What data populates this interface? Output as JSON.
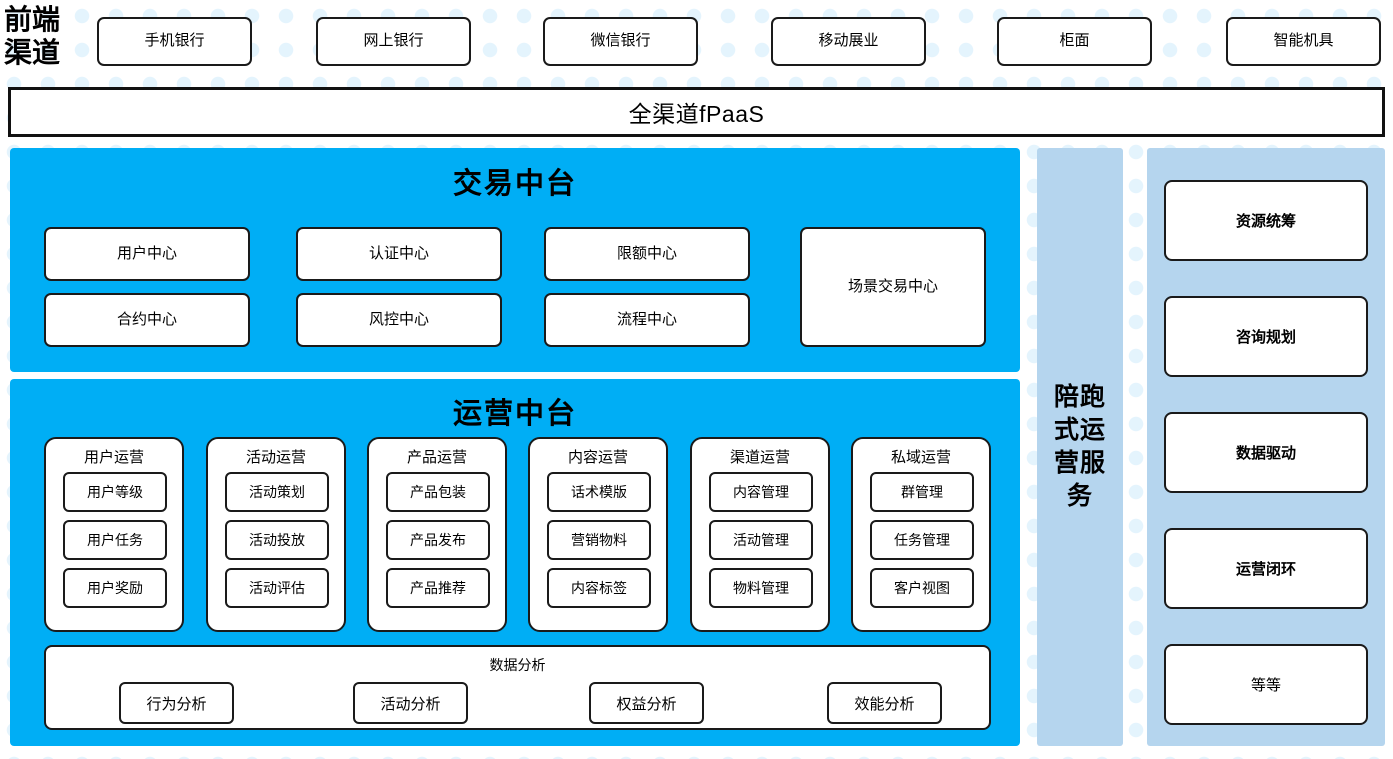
{
  "frontend": {
    "label": "前端\n渠道",
    "channels": [
      "手机银行",
      "网上银行",
      "微信银行",
      "移动展业",
      "柜面",
      "智能机具"
    ]
  },
  "fpaas": {
    "label": "全渠道fPaaS"
  },
  "trade_platform": {
    "title": "交易中台",
    "modules": [
      "用户中心",
      "认证中心",
      "限额中心",
      "合约中心",
      "风控中心",
      "流程中心"
    ],
    "wide_module": "场景交易中心"
  },
  "ops_platform": {
    "title": "运营中台",
    "groups": [
      {
        "title": "用户运营",
        "items": [
          "用户等级",
          "用户任务",
          "用户奖励"
        ]
      },
      {
        "title": "活动运营",
        "items": [
          "活动策划",
          "活动投放",
          "活动评估"
        ]
      },
      {
        "title": "产品运营",
        "items": [
          "产品包装",
          "产品发布",
          "产品推荐"
        ]
      },
      {
        "title": "内容运营",
        "items": [
          "话术模版",
          "营销物料",
          "内容标签"
        ]
      },
      {
        "title": "渠道运营",
        "items": [
          "内容管理",
          "活动管理",
          "物料管理"
        ]
      },
      {
        "title": "私域运营",
        "items": [
          "群管理",
          "任务管理",
          "客户视图"
        ]
      }
    ],
    "data_analysis": {
      "title": "数据分析",
      "items": [
        "行为分析",
        "活动分析",
        "权益分析",
        "效能分析"
      ]
    }
  },
  "service_column": {
    "label": "陪跑式运营服务"
  },
  "right_panel": {
    "items": [
      {
        "label": "资源统筹",
        "bold": true
      },
      {
        "label": "咨询规划",
        "bold": true
      },
      {
        "label": "数据驱动",
        "bold": true
      },
      {
        "label": "运营闭环",
        "bold": true
      },
      {
        "label": "等等",
        "bold": false
      }
    ]
  },
  "colors": {
    "cyan": "#00aef5",
    "light_blue": "#b5d5ee",
    "dot": "#e4f4fd",
    "outline": "#1a1a1a"
  }
}
